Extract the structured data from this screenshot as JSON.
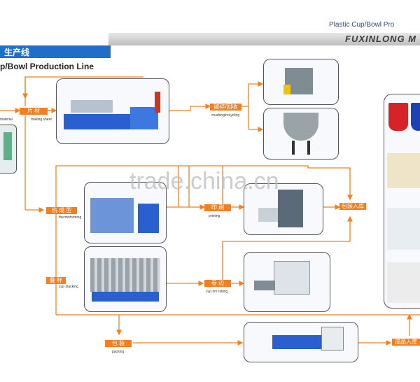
{
  "header": {
    "right_title": "Plastic Cup/Bowl Pro",
    "company": "FUXINLONG M",
    "cn_title": "生产线",
    "line_title": "p/Bowl Production Line"
  },
  "watermark": "trade.china.cn",
  "labels": {
    "raw_material": "material",
    "sheet": "片 材",
    "sheet_caption": "making sheet",
    "crusher": "破碎/回收",
    "crusher_caption": "crushing/recycling",
    "thermoform": "热 成 型",
    "thermoform_caption": "thermoforming",
    "print": "印 刷",
    "print_caption": "printing",
    "stack": "叠 杯",
    "stack_caption": "cup stacking",
    "rim": "卷 边",
    "rim_caption": "cup rim rolling",
    "qc": "包装入库",
    "pack": "包 装",
    "pack_caption": "packing",
    "final": "成品入库"
  },
  "colors": {
    "arrow": "#f47f20",
    "blue_bar": "#1f6fc9",
    "machine_blue": "#2a5fd0"
  }
}
